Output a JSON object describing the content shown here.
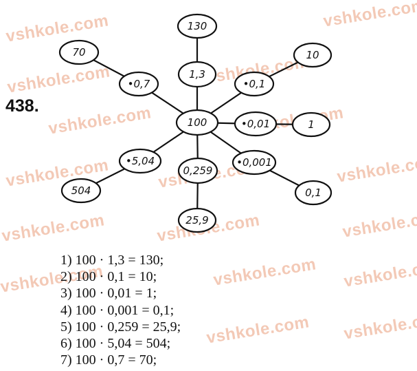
{
  "watermark": "vshkole.com",
  "problem_number": "438.",
  "diagram": {
    "center": "100",
    "branches": [
      {
        "op": "1,3",
        "result": "130"
      },
      {
        "op": "•0,1",
        "result": "10"
      },
      {
        "op": "•0,01",
        "result": "1"
      },
      {
        "op": "•0,001",
        "result": "0,1"
      },
      {
        "op": "0,259",
        "result": "25,9"
      },
      {
        "op": "•5,04",
        "result": "504"
      },
      {
        "op": "•0,7",
        "result": "70"
      }
    ]
  },
  "equations": [
    "1) 100 · 1,3 = 130;",
    "2) 100 · 0,1 = 10;",
    "3) 100 · 0,01 = 1;",
    "4) 100 · 0,001 = 0,1;",
    "5) 100 · 0,259 = 25,9;",
    "6) 100 · 5,04 = 504;",
    "7) 100 · 0,7 = 70;"
  ]
}
